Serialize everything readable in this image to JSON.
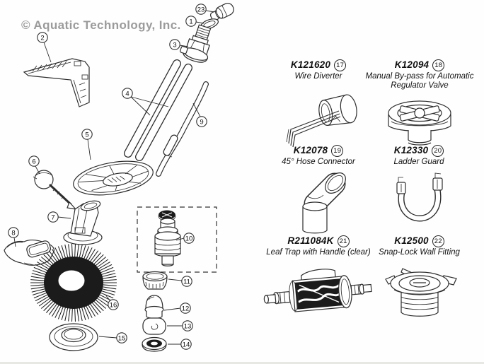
{
  "watermark": "© Aquatic Technology, Inc.",
  "diagram": {
    "callouts": {
      "c1": "1",
      "c2": "2",
      "c3": "3",
      "c4": "4",
      "c5": "5",
      "c6": "6",
      "c7": "7",
      "c8": "8",
      "c9": "9",
      "c10": "10",
      "c11": "11",
      "c12": "12",
      "c13": "13",
      "c14": "14",
      "c15": "15",
      "c16": "16",
      "c23": "23"
    }
  },
  "parts": [
    {
      "code": "K121620",
      "num": "17",
      "name": "Wire Diverter"
    },
    {
      "code": "K12094",
      "num": "18",
      "name": "Manual By-pass for Automatic Regulator Valve"
    },
    {
      "code": "K12078",
      "num": "19",
      "name": "45° Hose Connector"
    },
    {
      "code": "K12330",
      "num": "20",
      "name": "Ladder Guard"
    },
    {
      "code": "R211084K",
      "num": "21",
      "name": "Leaf Trap with Handle (clear)"
    },
    {
      "code": "K12500",
      "num": "22",
      "name": "Snap-Lock Wall Fitting"
    }
  ],
  "colors": {
    "line": "#2d2d2d",
    "watermark": "#9b9b9b",
    "fill_dark": "#1b1b1b"
  }
}
